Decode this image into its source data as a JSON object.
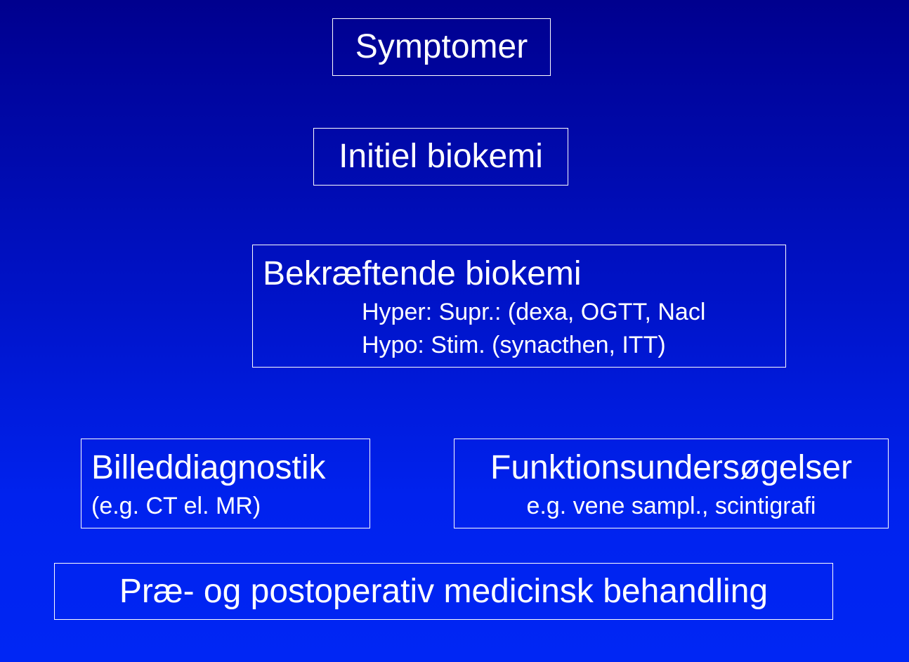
{
  "boxes": {
    "symptomer": {
      "title": "Symptomer"
    },
    "initiel_biokemi": {
      "title": "Initiel biokemi"
    },
    "bekraeftende_biokemi": {
      "title": "Bekræftende biokemi",
      "lines": [
        "Hyper: Supr.: (dexa, OGTT,  Nacl",
        "Hypo: Stim. (synacthen, ITT)"
      ]
    },
    "billeddiagnostik": {
      "title": "Billeddiagnostik",
      "subtitle": "(e.g. CT el. MR)"
    },
    "funktionsundersoegelser": {
      "title": "Funktionsundersøgelser",
      "subtitle": "e.g. vene sampl., scintigrafi"
    },
    "praeoperativ": {
      "title": "Præ- og postoperativ medicinsk behandling"
    }
  },
  "colors": {
    "background_top": "#00008e",
    "background_bottom": "#0026f4",
    "text": "#ffffff",
    "border": "#ffffff"
  }
}
